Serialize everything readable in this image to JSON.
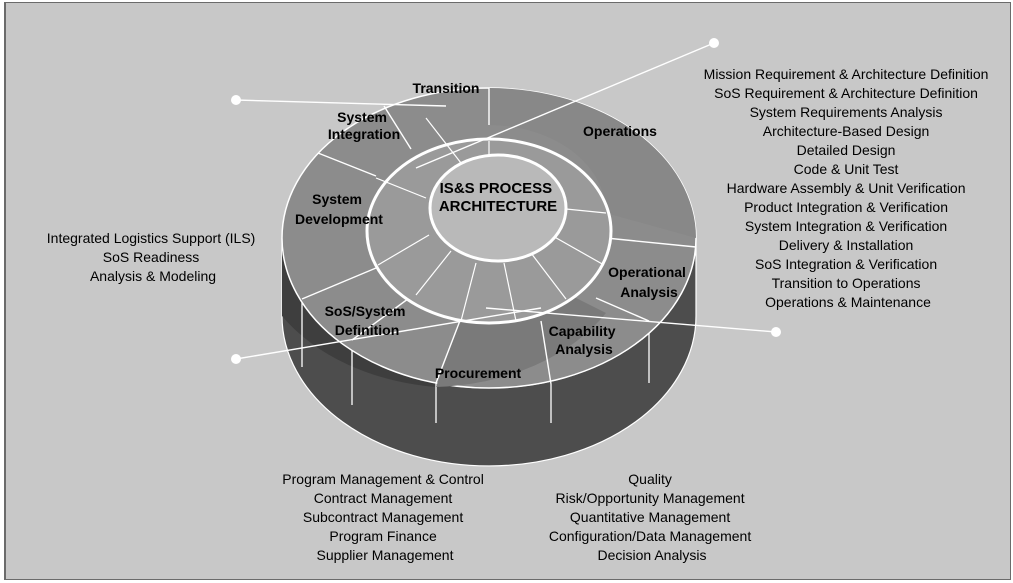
{
  "center": {
    "line1": "IS&S PROCESS",
    "line2": "ARCHITECTURE"
  },
  "segments": {
    "transition": [
      "Transition"
    ],
    "system_integration": [
      "System",
      "Integration"
    ],
    "operations": [
      "Operations"
    ],
    "system_development": [
      "System",
      "Development"
    ],
    "operational_analysis": [
      "Operational",
      "Analysis"
    ],
    "sos_system_definition": [
      "SoS/System",
      "Definition"
    ],
    "capability_analysis": [
      "Capability",
      "Analysis"
    ],
    "procurement": [
      "Procurement"
    ]
  },
  "right_list": [
    "Mission Requirement & Architecture Definition",
    "SoS Requirement & Architecture Definition",
    "System Requirements Analysis",
    "Architecture-Based Design",
    "Detailed Design",
    "Code & Unit Test",
    "Hardware Assembly & Unit Verification",
    "Product Integration & Verification",
    "System Integration & Verification",
    "Delivery & Installation",
    "SoS Integration & Verification",
    "Transition to Operations",
    "Operations & Maintenance"
  ],
  "left_list": [
    "Integrated Logistics Support (ILS)",
    "SoS Readiness",
    "Analysis & Modeling"
  ],
  "bottom_left_list": [
    "Program Management & Control",
    "Contract Management",
    "Subcontract Management",
    "Program Finance",
    "Supplier Management"
  ],
  "bottom_right_list": [
    "Quality",
    "Risk/Opportunity Management",
    "Quantitative Management",
    "Configuration/Data Management",
    "Decision Analysis"
  ],
  "colors": {
    "background": "#c8c8c8",
    "outer_ring_top": "#8c8c8c",
    "ring_side": "#4d4d4d",
    "middle_ring": "#9a9a9a",
    "inner_disc": "#b9b9b9",
    "lines": "#ffffff"
  }
}
